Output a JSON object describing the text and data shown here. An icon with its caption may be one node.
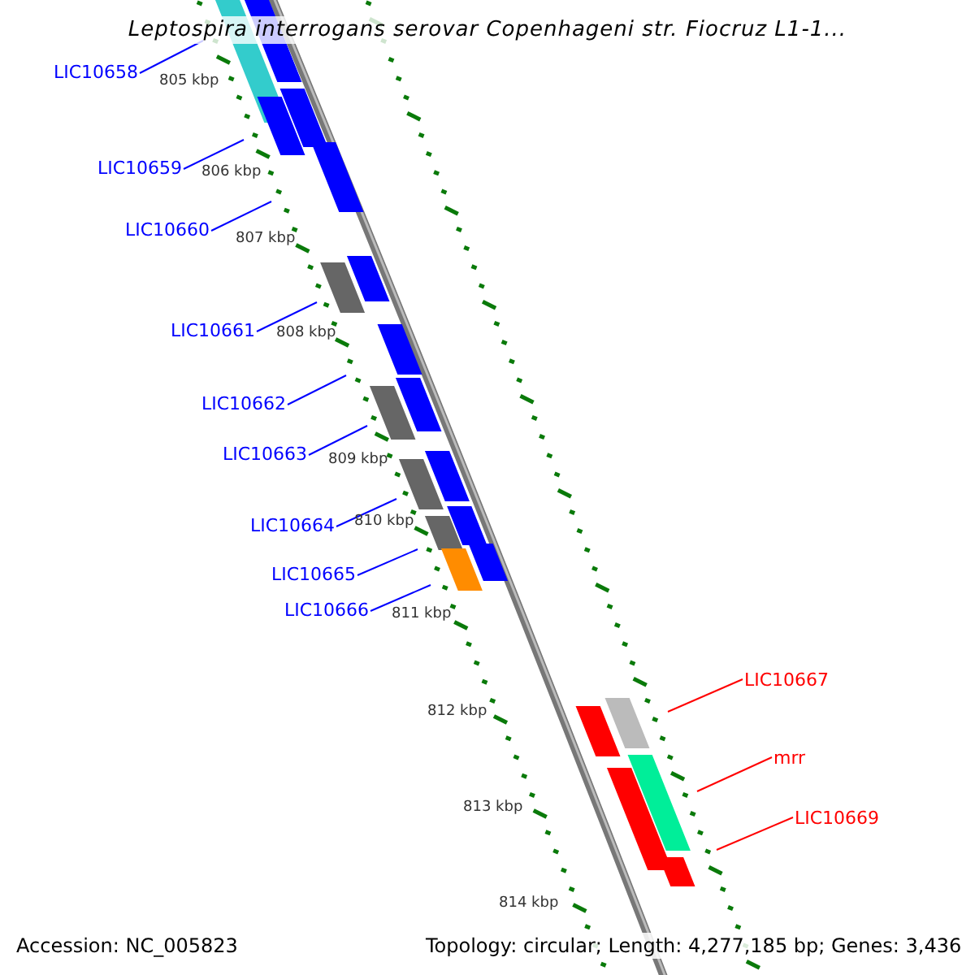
{
  "diagram": {
    "title": "Leptospira interrogans serovar Copenhageni str. Fiocruz L1-1...",
    "nodes": [
      {
        "text": [
          "LIC10658"
        ]
      },
      {
        "text": [
          "LIC10659"
        ]
      },
      {
        "text": [
          "LIC10660"
        ]
      },
      {
        "text": [
          "LIC10661"
        ]
      },
      {
        "text": [
          "LIC10662"
        ]
      },
      {
        "text": [
          "LIC10663"
        ]
      },
      {
        "text": [
          "LIC10664"
        ]
      },
      {
        "text": [
          "LIC10665"
        ]
      },
      {
        "text": [
          "LIC10666"
        ]
      },
      {
        "text": [
          "LIC10667"
        ]
      },
      {
        "text": [
          "mrr"
        ]
      },
      {
        "text": [
          "LIC10669"
        ]
      }
    ],
    "edges": [
      {
        "from": 0,
        "to": null,
        "arrow": "none"
      },
      {
        "from": 1,
        "to": null,
        "arrow": "none"
      },
      {
        "from": 2,
        "to": null,
        "arrow": "none"
      },
      {
        "from": 3,
        "to": null,
        "arrow": "none"
      },
      {
        "from": 4,
        "to": null,
        "arrow": "none"
      },
      {
        "from": 5,
        "to": null,
        "arrow": "none"
      },
      {
        "from": 6,
        "to": null,
        "arrow": "none"
      },
      {
        "from": 7,
        "to": null,
        "arrow": "none"
      },
      {
        "from": 8,
        "to": null,
        "arrow": "none"
      },
      {
        "from": 9,
        "to": null,
        "arrow": "none",
        "color": "#ff0000"
      },
      {
        "from": 10,
        "to": null,
        "arrow": "none",
        "color": "#ff0000"
      },
      {
        "from": 11,
        "to": null,
        "arrow": "none",
        "color": "#ff0000"
      }
    ],
    "labels": [
      "805 kbp",
      "806 kbp",
      "807 kbp",
      "808 kbp",
      "809 kbp",
      "810 kbp",
      "811 kbp",
      "812 kbp",
      "813 kbp",
      "814 kbp",
      "Accession: NC_005823",
      "Topology: circular; Length: 4,277,185 bp; Genes: 3,436"
    ]
  }
}
